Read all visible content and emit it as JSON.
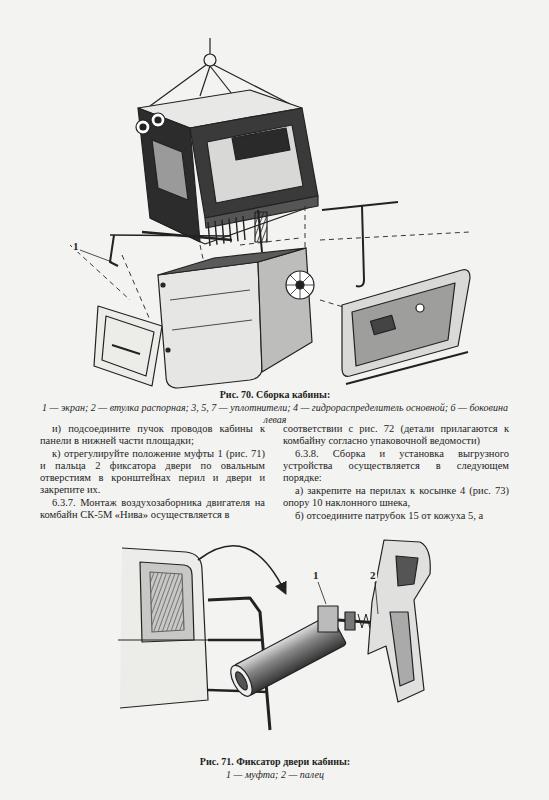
{
  "diagram": {
    "caption": "Рис. 70. Сборка кабины:",
    "labels": [
      "1 — экран; 2 — втулка распорная; 3, 5, 7 — уплотнители; 4 — гидрораспределитель основной; 6 — боковина левая",
      "и) подсоедините пучок проводов кабины к панели в нижней части площадки;",
      "к) отрегулируйте положение муфты 1 (рис. 71) и пальца 2 фиксатора двери по овальным отверстиям в кронштейнах перил и двери и закрепите их.",
      "6.3.7. Монтаж воздухозаборника двигателя на комбайн СК-5М «Нива» осуществляется в",
      "соответствии с рис. 72 (детали прилагаются к комбайну согласно упаковочной ведомости)",
      "6.3.8. Сборка и установка выгрузного устройства осуществляется в следующем порядке:",
      "а) закрепите на перилах к косынке 4 (рис. 73) опору 10 наклонного шнека,",
      "б) отсоедините патрубок 15 от кожуха 5, а",
      "Рис. 71. Фиксатор двери кабины:",
      "1 — муфта; 2 — палец",
      "1",
      "2",
      "1"
    ]
  }
}
